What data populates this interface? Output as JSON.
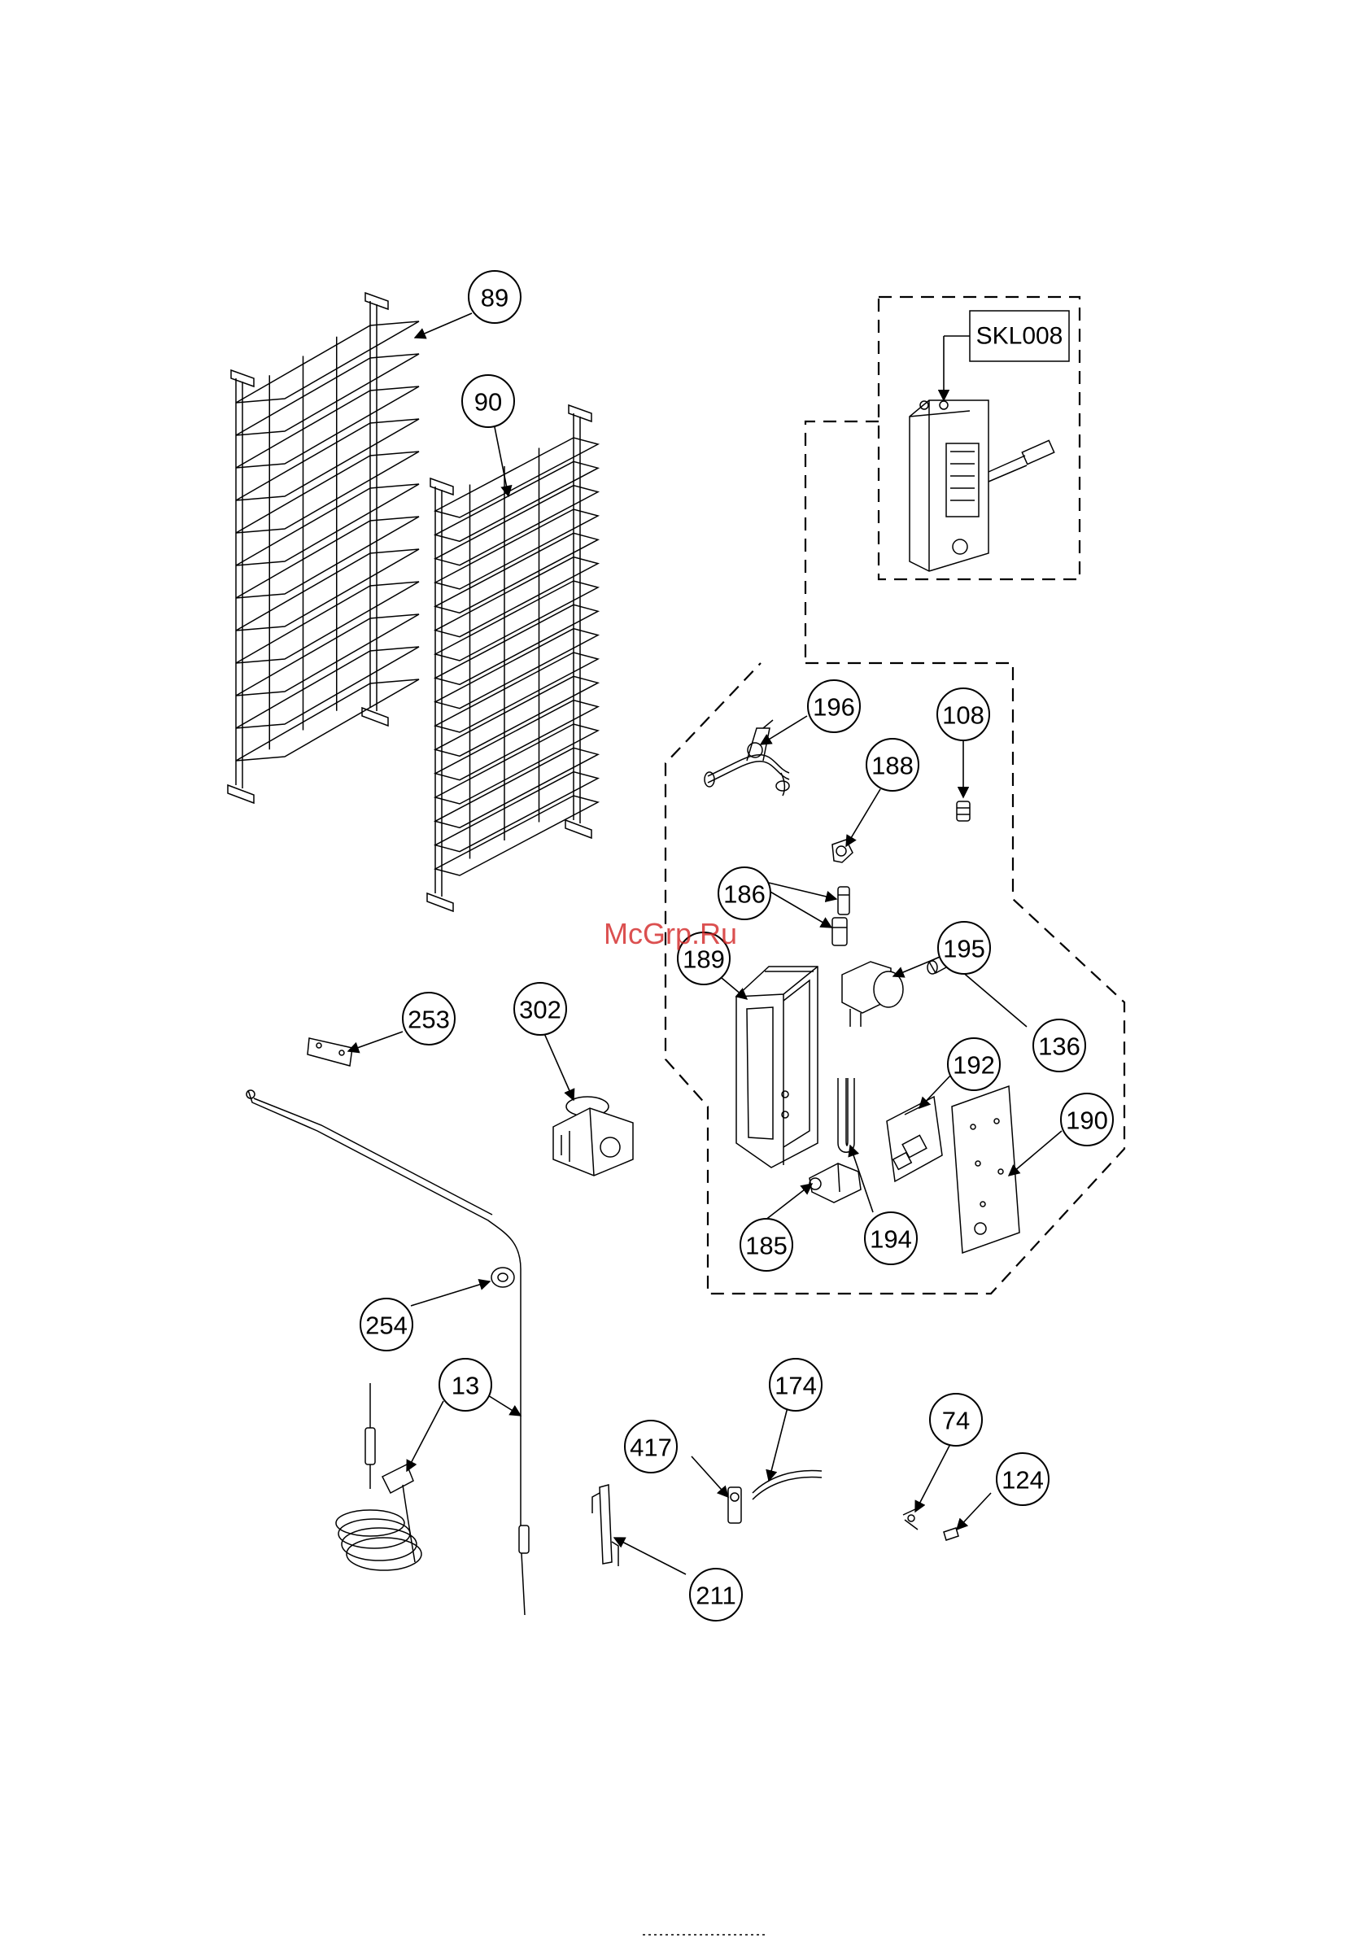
{
  "watermark": "McGrp.Ru",
  "kit_label": "SKL008",
  "callouts": [
    {
      "id": "89",
      "label": "89"
    },
    {
      "id": "90",
      "label": "90"
    },
    {
      "id": "196",
      "label": "196"
    },
    {
      "id": "108",
      "label": "108"
    },
    {
      "id": "188",
      "label": "188"
    },
    {
      "id": "186",
      "label": "186"
    },
    {
      "id": "189",
      "label": "189"
    },
    {
      "id": "195",
      "label": "195"
    },
    {
      "id": "136",
      "label": "136"
    },
    {
      "id": "192",
      "label": "192"
    },
    {
      "id": "190",
      "label": "190"
    },
    {
      "id": "185",
      "label": "185"
    },
    {
      "id": "194",
      "label": "194"
    },
    {
      "id": "253",
      "label": "253"
    },
    {
      "id": "302",
      "label": "302"
    },
    {
      "id": "254",
      "label": "254"
    },
    {
      "id": "13",
      "label": "13"
    },
    {
      "id": "174",
      "label": "174"
    },
    {
      "id": "417",
      "label": "417"
    },
    {
      "id": "211",
      "label": "211"
    },
    {
      "id": "74",
      "label": "74"
    },
    {
      "id": "124",
      "label": "124"
    }
  ]
}
